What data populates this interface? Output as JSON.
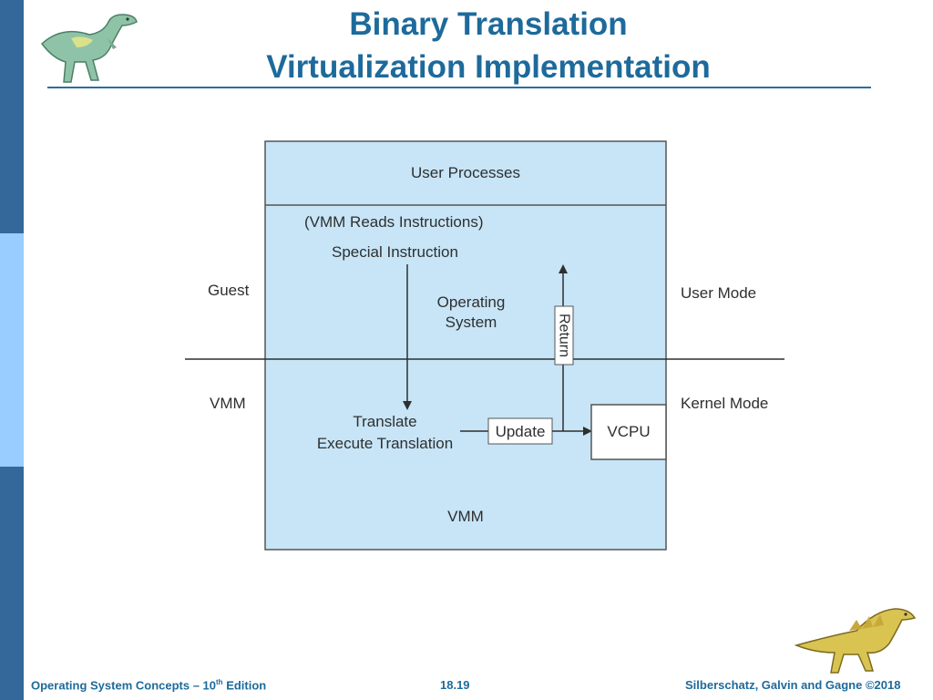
{
  "slide": {
    "title_line1": "Binary Translation",
    "title_line2": "Virtualization Implementation"
  },
  "diagram": {
    "user_processes": "User Processes",
    "vmm_reads": "(VMM Reads Instructions)",
    "special_instruction": "Special Instruction",
    "guest": "Guest",
    "operating_system_line1": "Operating",
    "operating_system_line2": "System",
    "user_mode": "User Mode",
    "return": "Return",
    "vmm_left": "VMM",
    "kernel_mode": "Kernel Mode",
    "translate": "Translate",
    "execute_translation": "Execute Translation",
    "update": "Update",
    "vcpu": "VCPU",
    "vmm_bottom": "VMM"
  },
  "footer": {
    "book_prefix": "Operating System Concepts – 10",
    "book_sup": "th",
    "book_suffix": " Edition",
    "page_number": "18.19",
    "authors": "Silberschatz, Galvin and Gagne ©2018"
  },
  "icons": {
    "top_left": "dinosaur-icon",
    "bottom_right": "dinosaur-icon"
  },
  "colors": {
    "accent_dark": "#34679a",
    "accent_light": "#99ccff",
    "title": "#1d6a9b",
    "diagram_fill": "#c7e5f7"
  }
}
